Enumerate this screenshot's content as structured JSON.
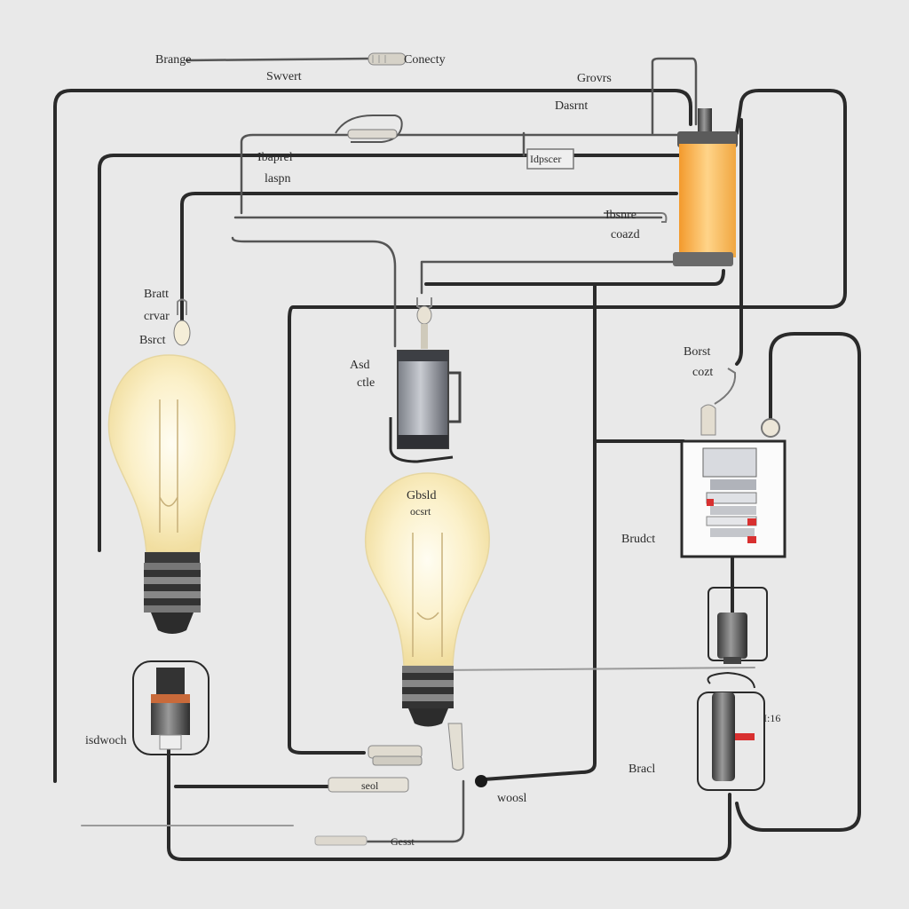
{
  "labels": {
    "top_left": "Brange",
    "top_switch": "Swvert",
    "top_right": "Conecty",
    "upper_right": "Grovrs",
    "upper_right2": "Dasrnt",
    "upper_mid": "Ibaprel",
    "upper_mid2": "laspn",
    "mid_box": "Idpscer",
    "capacitor_a": "Ibsnre",
    "capacitor_b": "coazd",
    "left_a": "Bratt",
    "left_b": "crvar",
    "left_c": "Bsrct",
    "center_a": "Asd",
    "center_b": "ctle",
    "center_bulb_a": "Gbsld",
    "center_bulb_b": "ocsrt",
    "right_a": "Borst",
    "right_b": "cozt",
    "right_box": "Brudct",
    "bottom_left": "isdwoch",
    "bottom_mid": "seol",
    "bottom_mid2": "woosl",
    "bottom_right": "Bracl",
    "right_clip": "I:16",
    "bottom_faint": "Gesst"
  },
  "colors": {
    "wire": "#2a2a2a",
    "bulb_glow": "#fff6d5",
    "capacitor": "#f7b24a",
    "switch_red": "#d83030"
  }
}
